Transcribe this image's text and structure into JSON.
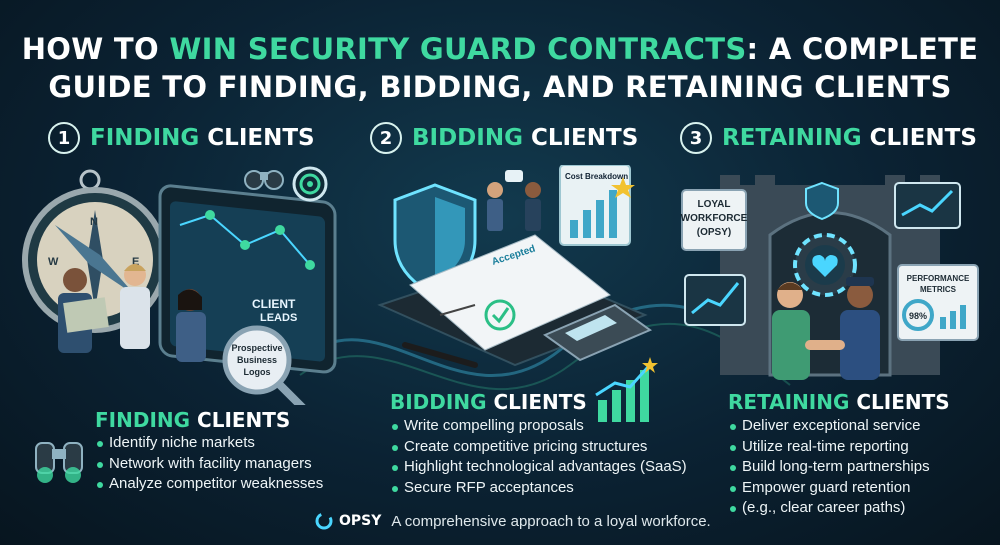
{
  "title": {
    "line1_pre": "HOW TO ",
    "line1_highlight": "WIN SECURITY GUARD CONTRACTS",
    "line1_post": ": A COMPLETE",
    "line2": "GUIDE TO FINDING, BIDDING, AND RETAINING CLIENTS"
  },
  "sections": [
    {
      "number": "1",
      "word": "FINDING",
      "label": "CLIENTS"
    },
    {
      "number": "2",
      "word": "BIDDING",
      "label": "CLIENTS"
    },
    {
      "number": "3",
      "word": "RETAINING",
      "label": "CLIENTS"
    }
  ],
  "finding": {
    "map_label_line1": "CLIENT",
    "map_label_line2": "LEADS",
    "magnifier_line1": "Prospective",
    "magnifier_line2": "Business",
    "magnifier_line3": "Logos",
    "panel_word": "FINDING",
    "panel_label": "CLIENTS",
    "bullets": [
      "Identify niche markets",
      "Network with facility managers",
      "Analyze competitor weaknesses"
    ]
  },
  "bidding": {
    "chart_board_label": "Cost Breakdown",
    "stamp": "Accepted",
    "panel_word": "BIDDING",
    "panel_label": "CLIENTS",
    "bullets": [
      "Write compelling proposals",
      "Create competitive pricing structures",
      "Highlight technological advantages (SaaS)",
      "Secure RFP acceptances"
    ]
  },
  "retaining": {
    "sign_line1": "LOYAL",
    "sign_line2": "WORKFORCE",
    "sign_line3": "(OPSY)",
    "metrics_line1": "PERFORMANCE",
    "metrics_line2": "METRICS",
    "metrics_value": "98%",
    "panel_word": "RETAINING",
    "panel_label": "CLIENTS",
    "bullets": [
      "Deliver exceptional service",
      "Utilize real-time reporting",
      "Build long-term partnerships",
      "Empower guard retention",
      "(e.g., clear career paths)"
    ]
  },
  "footer": {
    "brand": "OPSY",
    "tagline": "A comprehensive approach to a loyal workforce."
  },
  "colors": {
    "accent": "#3fd9a0",
    "background": "#0b2233",
    "glow": "#4ad6ff"
  }
}
